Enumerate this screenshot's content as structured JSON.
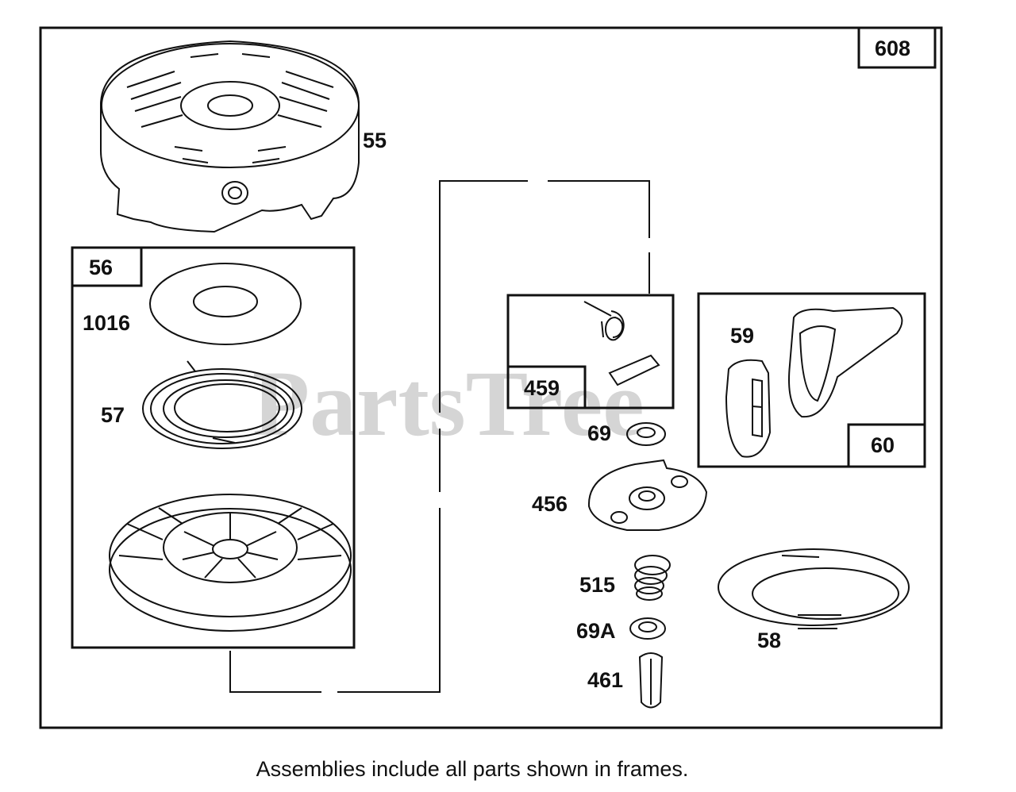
{
  "watermark": "PartsTree",
  "caption": "Assemblies include all parts shown in frames.",
  "frames": {
    "outer": "608",
    "rewind_assembly": "56",
    "pawl_kit": "459",
    "handle_kit": "60"
  },
  "parts": {
    "housing": "55",
    "washer_1016": "1016",
    "spring_57": "57",
    "handle_59": "59",
    "washer_69": "69",
    "ratchet_456": "456",
    "spring_515": "515",
    "washer_69a": "69A",
    "pin_461": "461",
    "rope_58": "58"
  }
}
